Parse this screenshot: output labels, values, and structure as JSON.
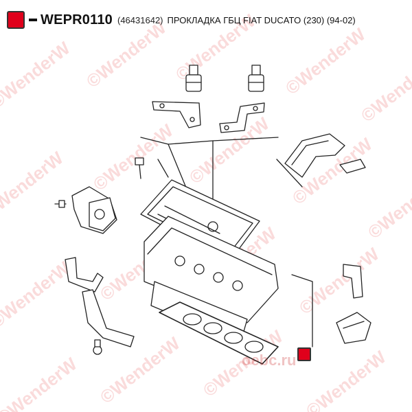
{
  "header": {
    "part_code": "WEPR0110",
    "oem_number": "(46431642)",
    "description": "ПРОКЛАДКА ГБЦ FIAT DUCATO (230) (94-02)",
    "marker_color": "#e0001b"
  },
  "watermark": {
    "text": "©WenderW",
    "brand_text": "oebc.ru",
    "color": "#e65a5a"
  },
  "diagram": {
    "subject": "cylinder head gasket exploded view",
    "highlighted_part": "head-gasket"
  }
}
